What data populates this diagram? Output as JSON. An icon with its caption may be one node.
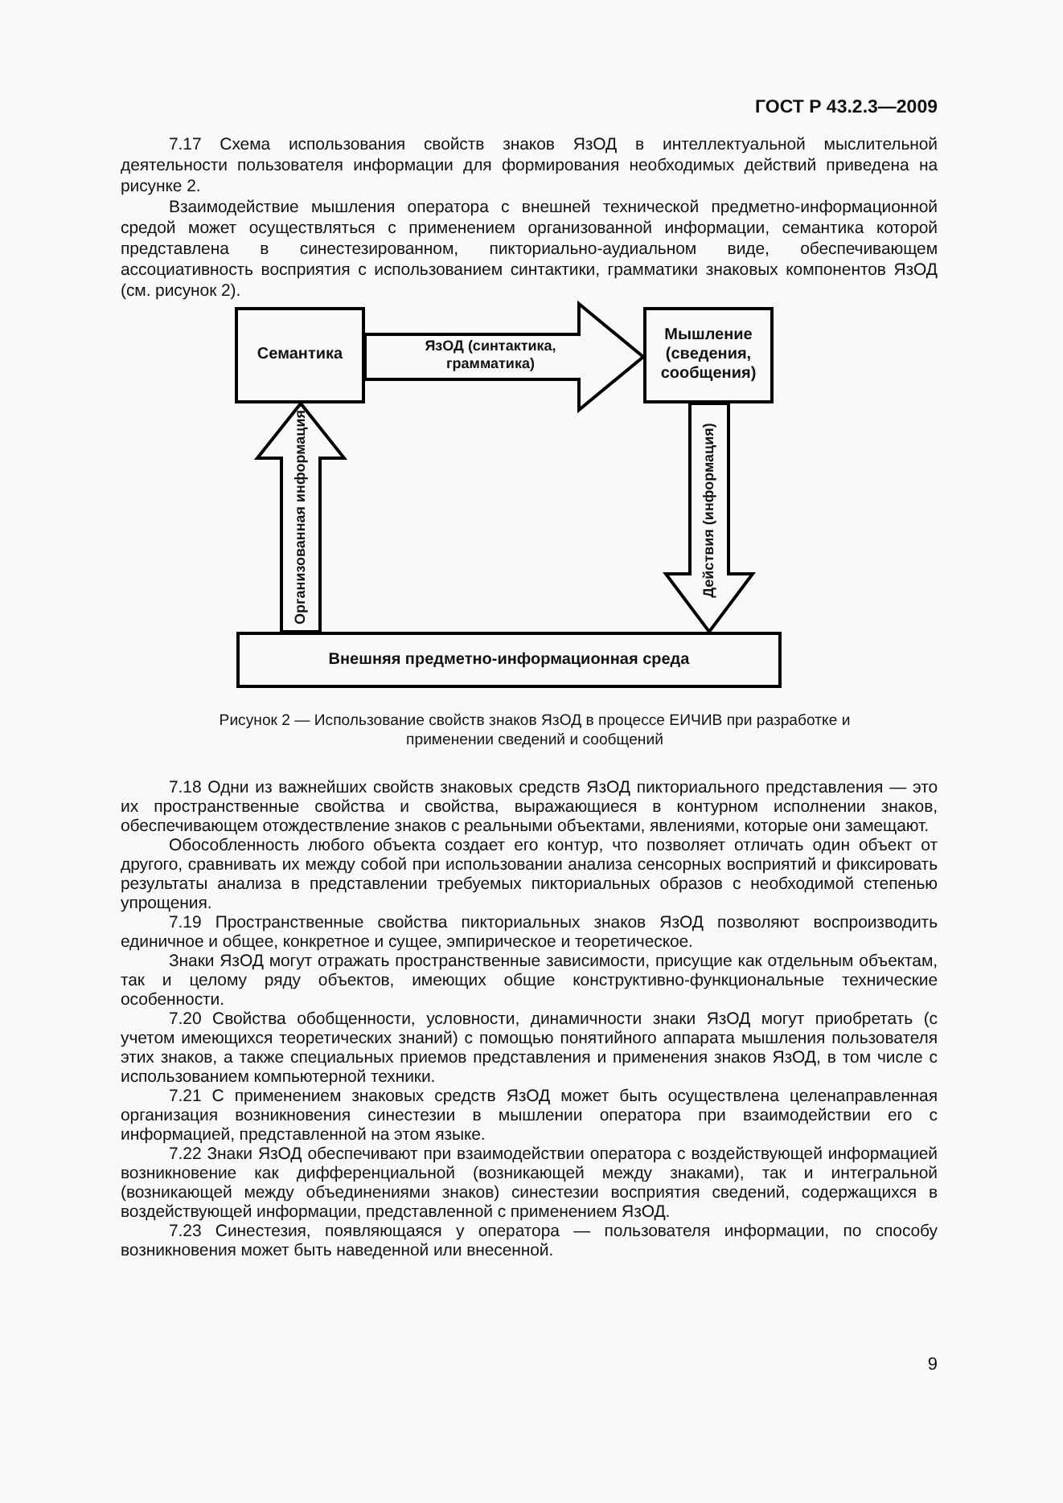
{
  "diagram": {
    "caption": "Рисунок 2 — Использование свойств знаков ЯзОД в процессе ЕИЧИВ при разработке и применении сведений и сообщений",
    "nodes": [
      {
        "text": [
          "Семантика"
        ]
      },
      {
        "text": [
          "Мышление (сведения, сообщения)"
        ]
      },
      {
        "text": [
          "Внешняя предметно-информационная среда"
        ]
      }
    ],
    "edges": [
      {
        "from": 0,
        "to": 1,
        "arrow": "to",
        "label": "ЯзОД (синтактика, грамматика)"
      },
      {
        "from": 1,
        "to": 2,
        "arrow": "to",
        "label": "Действия (информация)"
      },
      {
        "from": 2,
        "to": 0,
        "arrow": "to",
        "label": "Организованная информация"
      }
    ],
    "labels": [
      "ГОСТ Р 43.2.3—2009",
      "7.17 Схема использования свойств знаков ЯзОД в интеллектуальной мыслительной деятельности пользователя информации для формирования необходимых действий приведена на рисунке 2.",
      "Взаимодействие мышления оператора с внешней технической предметно-информационной средой может осуществляться с применением организованной информации, семантика которой представлена в синестезированном, пикториально-аудиальном виде, обеспечивающем ассоциативность восприятия с использованием синтактики, грамматики знаковых компонентов ЯзОД (см. рисунок 2).",
      "7.18 Одни из важнейших свойств знаковых средств ЯзОД пикториального представления — это их пространственные свойства и свойства, выражающиеся в контурном исполнении знаков, обеспечивающем отождествление знаков с реальными объектами, явлениями, которые они замещают.",
      "Обособленность любого объекта создает его контур, что позволяет отличать один объект от другого, сравнивать их между собой при использовании анализа сенсорных восприятий и фиксировать результаты анализа в представлении требуемых пикториальных образов с необходимой степенью упрощения.",
      "7.19 Пространственные свойства пикториальных знаков ЯзОД позволяют воспроизводить единичное и общее, конкретное и сущее, эмпирическое и теоретическое.",
      "Знаки ЯзОД могут отражать пространственные зависимости, присущие как отдельным объектам, так и целому ряду объектов, имеющих общие конструктивно-функциональные технические особенности.",
      "7.20 Свойства обобщенности, условности, динамичности знаки ЯзОД могут приобретать (с учетом имеющихся теоретических знаний) с помощью понятийного аппарата мышления пользователя этих знаков, а также специальных приемов представления и применения знаков ЯзОД, в том числе с использованием компьютерной техники.",
      "7.21 С применением знаковых средств ЯзОД может быть осуществлена целенаправленная организация возникновения синестезии в мышлении оператора при взаимодействии его с информацией, представленной на этом языке.",
      "7.22 Знаки ЯзОД обеспечивают при взаимодействии оператора с воздействующей информацией возникновение как дифференциальной (возникающей между знаками), так и интегральной (возникающей между объединениями знаков) синестезии восприятия сведений, содержащихся в воздействующей информации, представленной с применением ЯзОД.",
      "7.23 Синестезия, появляющаяся у оператора — пользователя информации, по способу возникновения может быть наведенной или внесенной.",
      "9"
    ]
  }
}
